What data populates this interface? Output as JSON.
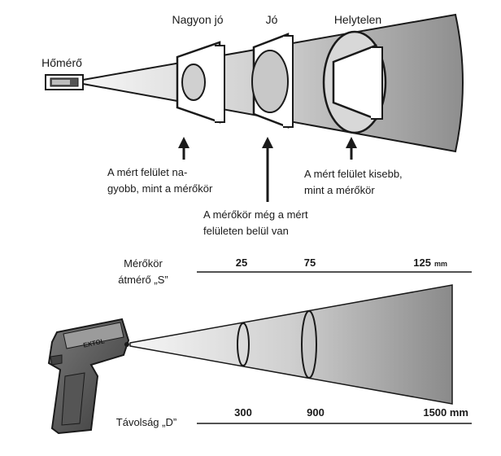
{
  "top": {
    "thermometer_label": "Hőmérő",
    "zones": [
      "Nagyon jó",
      "Jó",
      "Helytelen"
    ],
    "notes": {
      "left_line1": "A mért felület na-",
      "left_line2": "gyobb, mint a mérőkör",
      "center_line1": "A mérőkör még a mért",
      "center_line2": "felületen belül van",
      "right_line1": "A mért felület kisebb,",
      "right_line2": "mint a mérőkör"
    }
  },
  "bottom": {
    "spot_label_line1": "Mérőkör",
    "spot_label_line2": "átmérő „S”",
    "spot_values": [
      "25",
      "75",
      "125"
    ],
    "spot_unit": "mm",
    "distance_label": "Távolság „D”",
    "distance_values": [
      "300",
      "900",
      "1500 mm"
    ],
    "brand": "EXTOL"
  },
  "colors": {
    "cone_dark": "#9a9a9a",
    "cone_light": "#f4f4f4",
    "ink": "#1a1a1a"
  }
}
